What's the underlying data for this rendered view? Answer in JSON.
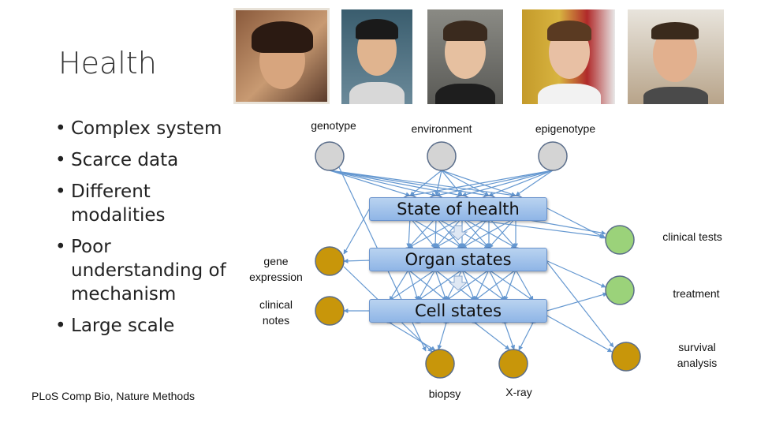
{
  "slide": {
    "title": "Health",
    "bullets": [
      "Complex system",
      "Scarce data",
      "Different modalities",
      "Poor understanding of mechanism",
      "Large scale"
    ],
    "citation": "PLoS Comp Bio, Nature Methods"
  },
  "diagram": {
    "labels": {
      "genotype": "genotype",
      "environment": "environment",
      "epigenotype": "epigenotype",
      "gene_expression": "gene expression",
      "clinical_notes": "clinical notes",
      "clinical_tests": "clinical tests",
      "treatment": "treatment",
      "survival_analysis": "survival analysis",
      "biopsy": "biopsy",
      "xray": "X-ray"
    },
    "boxes": {
      "state_of_health": "State of health",
      "organ_states": "Organ states",
      "cell_states": "Cell states"
    }
  },
  "colors": {
    "gray_node": "#d4d4d4",
    "gold_node": "#c8960a",
    "green_node": "#9bd27a",
    "edge": "#4a86c8",
    "box": "#a9c8ee"
  }
}
